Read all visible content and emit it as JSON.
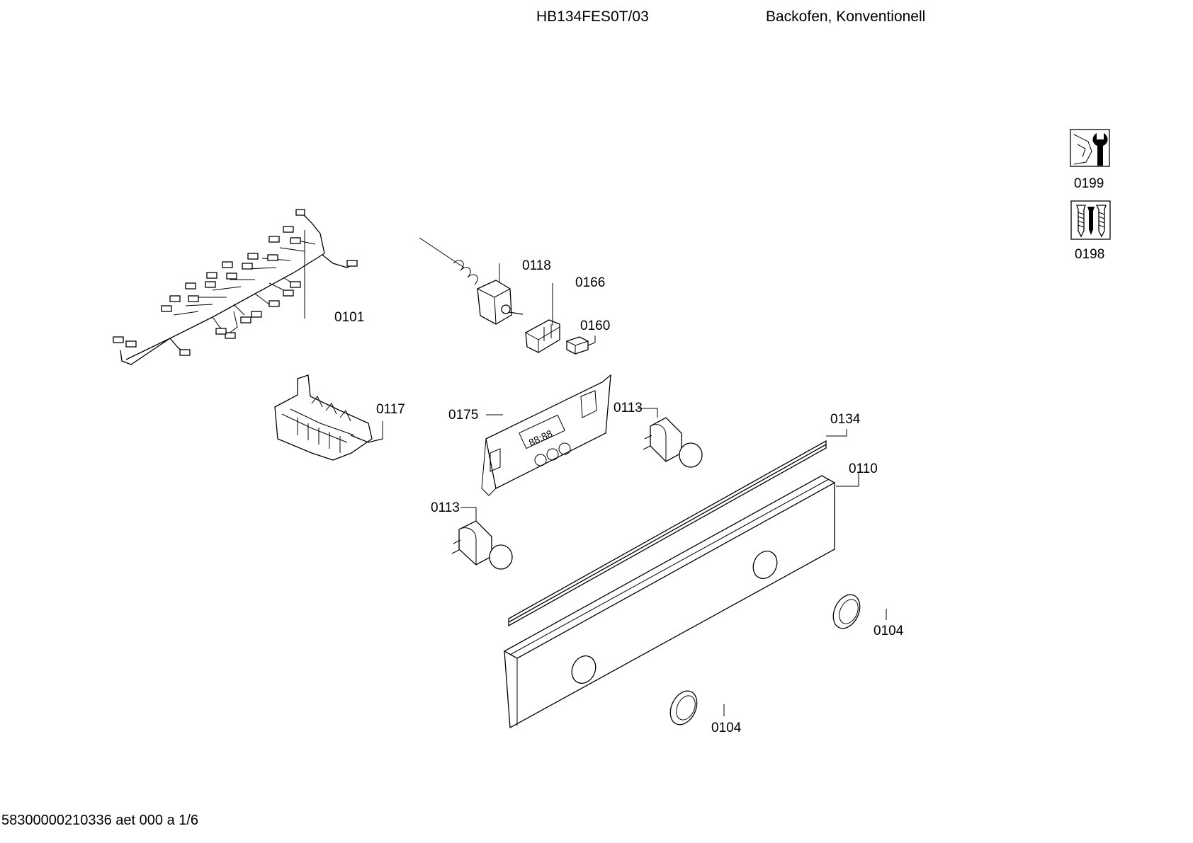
{
  "header": {
    "model": "HB134FES0T/03",
    "description": "Backofen, Konventionell"
  },
  "footer": {
    "document_code": "58300000210336 aet 000 a 1/6"
  },
  "side_icons": [
    {
      "number": "0199",
      "icon": "service-tool-icon"
    },
    {
      "number": "0198",
      "icon": "screws-icon"
    }
  ],
  "parts": [
    {
      "number": "0101"
    },
    {
      "number": "0118"
    },
    {
      "number": "0166"
    },
    {
      "number": "0160"
    },
    {
      "number": "0117"
    },
    {
      "number": "0175"
    },
    {
      "number": "0113"
    },
    {
      "number": "0113"
    },
    {
      "number": "0134"
    },
    {
      "number": "0110"
    },
    {
      "number": "0104"
    },
    {
      "number": "0104"
    }
  ]
}
